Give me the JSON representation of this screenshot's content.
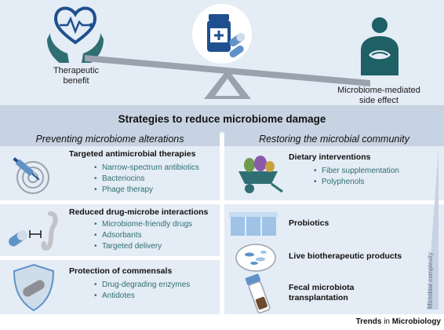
{
  "top": {
    "therapeutic_benefit": "Therapeutic benefit",
    "side_effect": "Microbiome-mediated side effect",
    "banner": "Strategies to reduce microbiome damage"
  },
  "left": {
    "heading": "Preventing microbiome alterations",
    "panels": [
      {
        "title": "Targeted antimicrobial therapies",
        "items": [
          "Narrow-spectrum antibiotics",
          "Bacteriocins",
          "Phage therapy"
        ]
      },
      {
        "title": "Reduced drug-microbe interactions",
        "items": [
          "Microbiome-friendly drugs",
          "Adsorbants",
          "Targeted delivery"
        ]
      },
      {
        "title": "Protection of commensals",
        "items": [
          "Drug-degrading enzymes",
          "Antidotes"
        ]
      }
    ]
  },
  "right": {
    "heading": "Restoring the microbial community",
    "dietary": {
      "title": "Dietary interventions",
      "items": [
        "Fiber supplementation",
        "Polyphenols"
      ]
    },
    "probiotics": "Probiotics",
    "lbp": "Live biotherapeutic products",
    "fmt": "Fecal microbiota transplantation",
    "complexity_label": "Microbial complexity"
  },
  "credit": {
    "part1": "Trends",
    "part2": "in",
    "part3": "Microbiology"
  },
  "colors": {
    "accent_blue": "#1f4f8f",
    "teal": "#2f6f74",
    "pale_bg": "#e4ecf5",
    "header_bg": "#c7d3e2"
  }
}
